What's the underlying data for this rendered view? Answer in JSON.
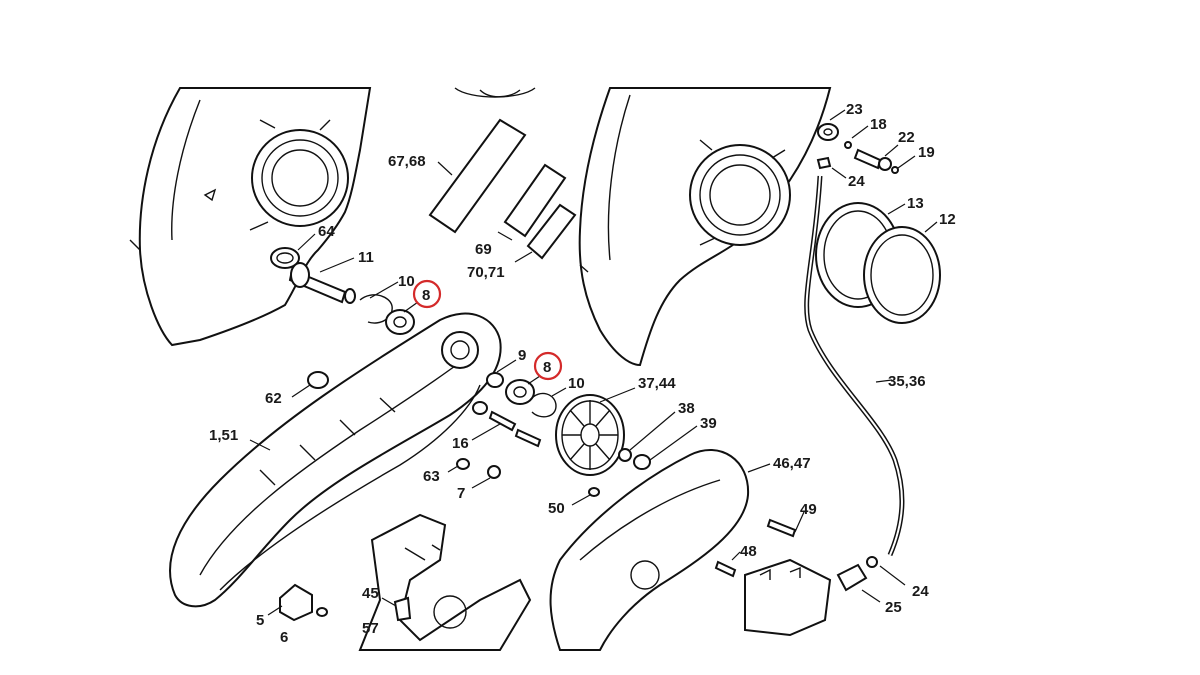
{
  "colors": {
    "line": "#111111",
    "background": "#ffffff",
    "highlight": "#d42a2a"
  },
  "labels": {
    "l64": "64",
    "l11": "11",
    "l10a": "10",
    "l8a": "8",
    "l67": "67,68",
    "l69": "69",
    "l70": "70,71",
    "l23": "23",
    "l18": "18",
    "l22": "22",
    "l19": "19",
    "l24a": "24",
    "l13": "13",
    "l12": "12",
    "l62": "62",
    "l151": "1,51",
    "l9": "9",
    "l8b": "8",
    "l10b": "10",
    "l3744": "37,44",
    "l38": "38",
    "l39": "39",
    "l16": "16",
    "l63": "63",
    "l7": "7",
    "l50": "50",
    "l4647": "46,47",
    "l3536": "35,36",
    "l49": "49",
    "l48": "48",
    "l24b": "24",
    "l25": "25",
    "l45": "45",
    "l57": "57",
    "l5": "5",
    "l6": "6"
  },
  "highlighted_callouts": [
    "8",
    "8"
  ]
}
